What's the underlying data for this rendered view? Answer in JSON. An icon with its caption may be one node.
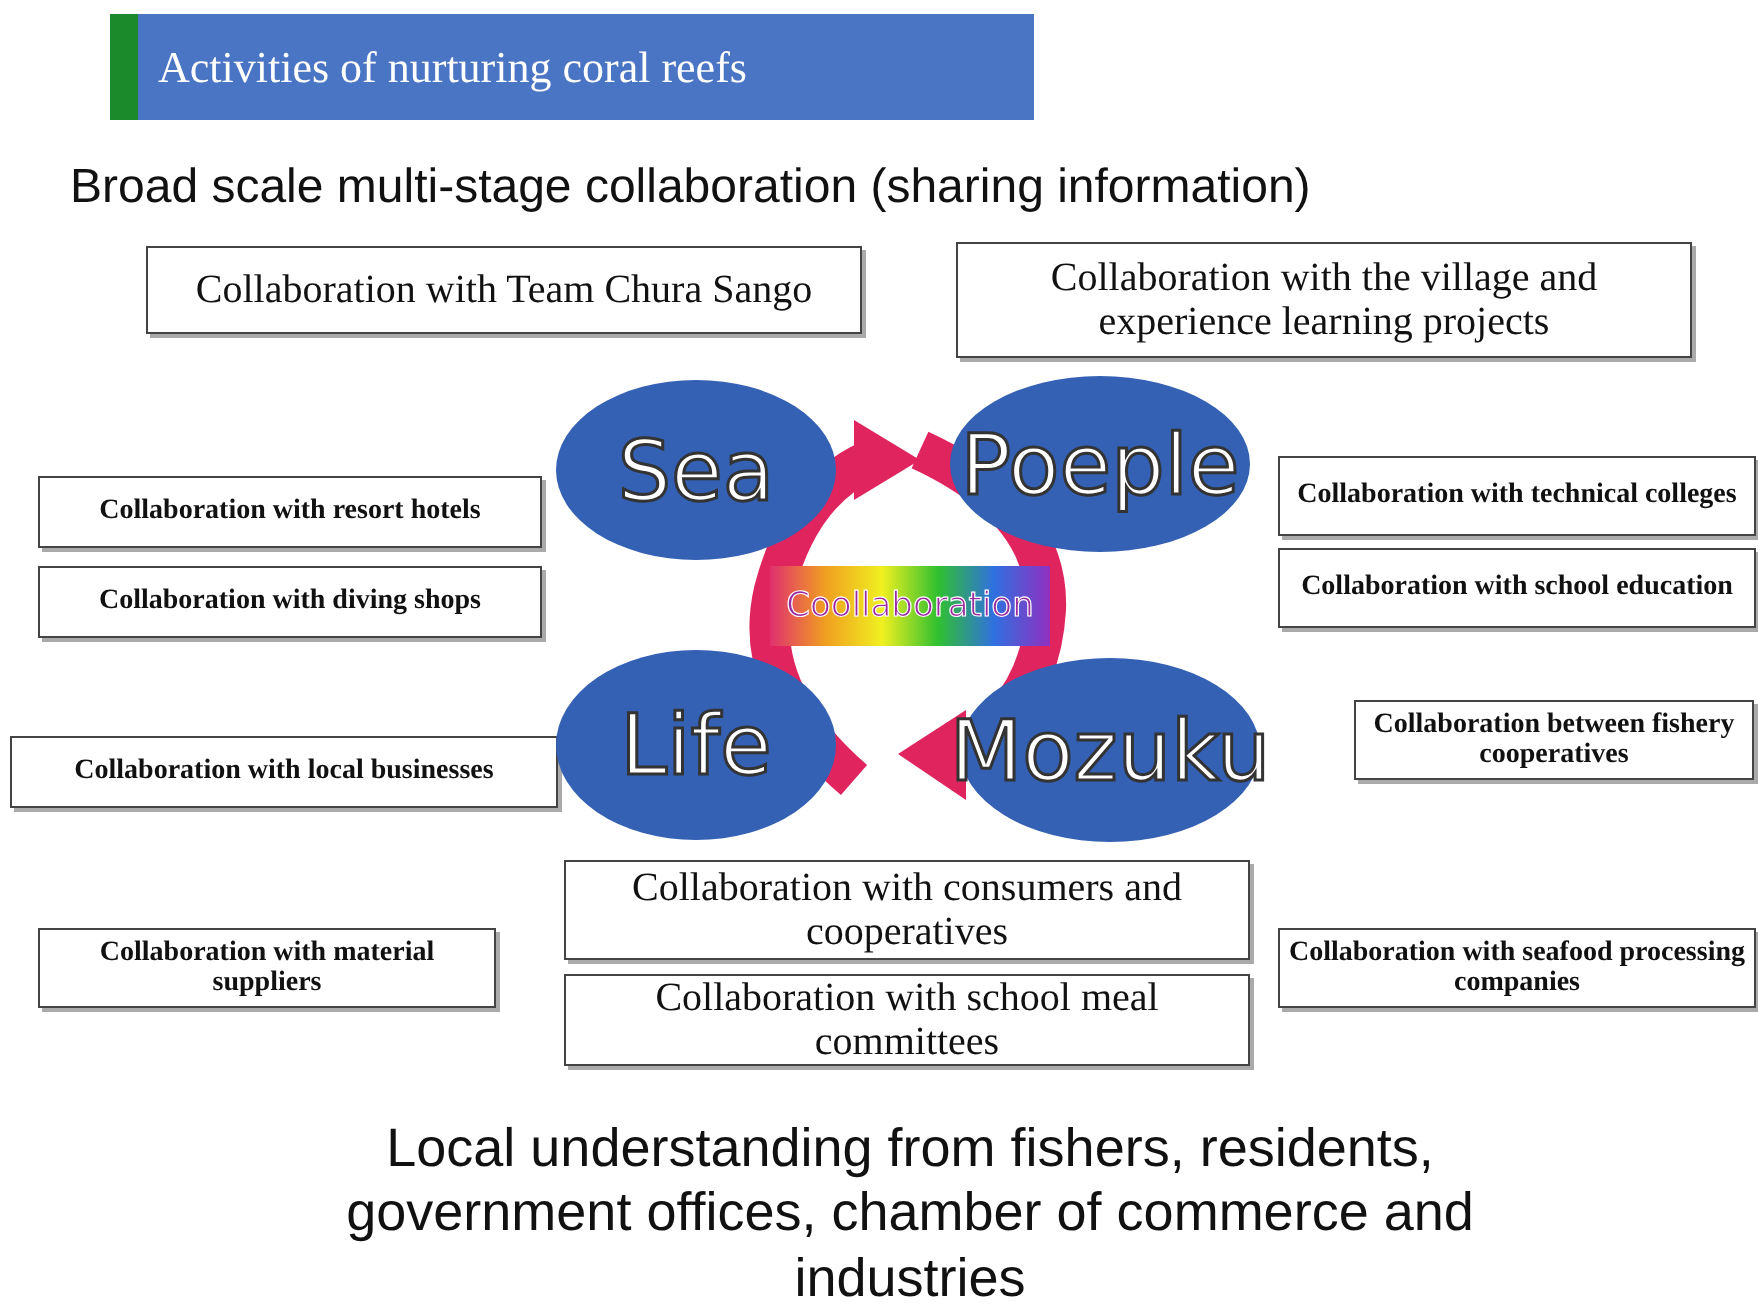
{
  "diagram": {
    "title": "Activities of nurturing coral reefs",
    "caption": "Local understanding from fishers, residents, government offices, chamber of commerce and industries",
    "nodes": [
      {
        "text": [
          "Collaboration with Team Chura Sango"
        ]
      },
      {
        "text": [
          "Collaboration with the village and experience learning projects"
        ]
      },
      {
        "text": [
          "Sea"
        ]
      },
      {
        "text": [
          "Poeple"
        ]
      },
      {
        "text": [
          "Collaboration with resort hotels"
        ]
      },
      {
        "text": [
          "Collaboration with technical colleges"
        ]
      },
      {
        "text": [
          "Collaboration with diving shops"
        ]
      },
      {
        "text": [
          "Collaboration with school education"
        ]
      },
      {
        "text": [
          "Life"
        ]
      },
      {
        "text": [
          "Mozuku"
        ]
      },
      {
        "text": [
          "Collaboration with local businesses"
        ]
      },
      {
        "text": [
          "Collaboration between fishery cooperatives"
        ]
      },
      {
        "text": [
          "Collaboration with consumers and cooperatives"
        ]
      },
      {
        "text": [
          "Collaboration with material suppliers"
        ]
      },
      {
        "text": [
          "Collaboration with seafood processing companies"
        ]
      },
      {
        "text": [
          "Collaboration with school meal committees"
        ]
      }
    ],
    "labels": [
      "Broad scale multi-stage collaboration (sharing information)",
      "Coollaboration"
    ]
  }
}
